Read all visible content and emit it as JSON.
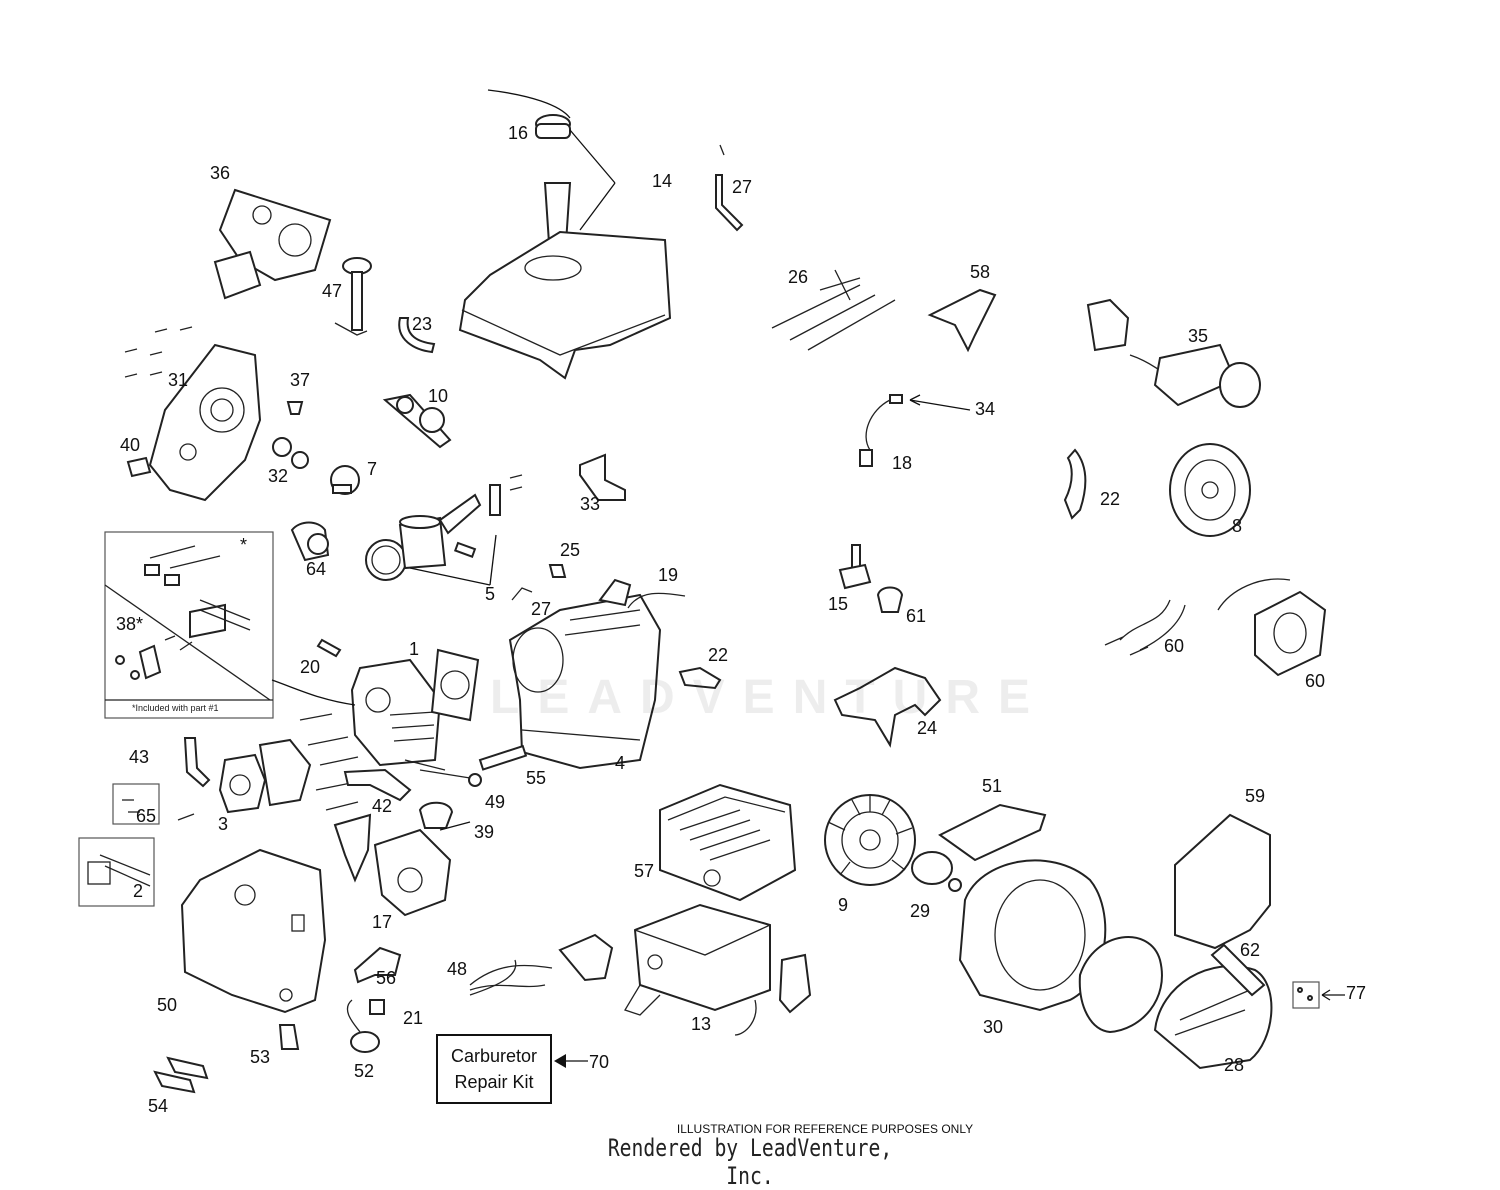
{
  "callouts": {
    "c1": "1",
    "c2": "2",
    "c3": "3",
    "c4": "4",
    "c5": "5",
    "c7": "7",
    "c8": "8",
    "c9": "9",
    "c10": "10",
    "c13": "13",
    "c14": "14",
    "c15": "15",
    "c16": "16",
    "c17": "17",
    "c18": "18",
    "c19": "19",
    "c20": "20",
    "c21": "21",
    "c22a": "22",
    "c22b": "22",
    "c23": "23",
    "c24": "24",
    "c25": "25",
    "c26": "26",
    "c27a": "27",
    "c27b": "27",
    "c28": "28",
    "c29": "29",
    "c30": "30",
    "c31": "31",
    "c32": "32",
    "c33": "33",
    "c34": "34",
    "c35": "35",
    "c36": "36",
    "c37": "37",
    "c38": "38*",
    "c39": "39",
    "c40": "40",
    "c42": "42",
    "c43": "43",
    "c47": "47",
    "c48": "48",
    "c49": "49",
    "c50": "50",
    "c51": "51",
    "c52": "52",
    "c53": "53",
    "c54": "54",
    "c55": "55",
    "c56": "56",
    "c57": "57",
    "c58": "58",
    "c59": "59",
    "c60a": "60",
    "c60b": "60",
    "c61": "61",
    "c62": "62",
    "c64": "64",
    "c65": "65",
    "c70": "70",
    "c77": "77"
  },
  "inset": {
    "asterisk": "*",
    "note": "*Included with part #1"
  },
  "kit_label": {
    "line1": "Carburetor",
    "line2": "Repair Kit"
  },
  "footer": {
    "disclaimer": "ILLUSTRATION FOR REFERENCE PURPOSES ONLY",
    "rendered_by": "Rendered by LeadVenture, Inc."
  },
  "watermark": "LEADVENTURE",
  "colors": {
    "ink": "#111111",
    "paper": "#ffffff"
  }
}
